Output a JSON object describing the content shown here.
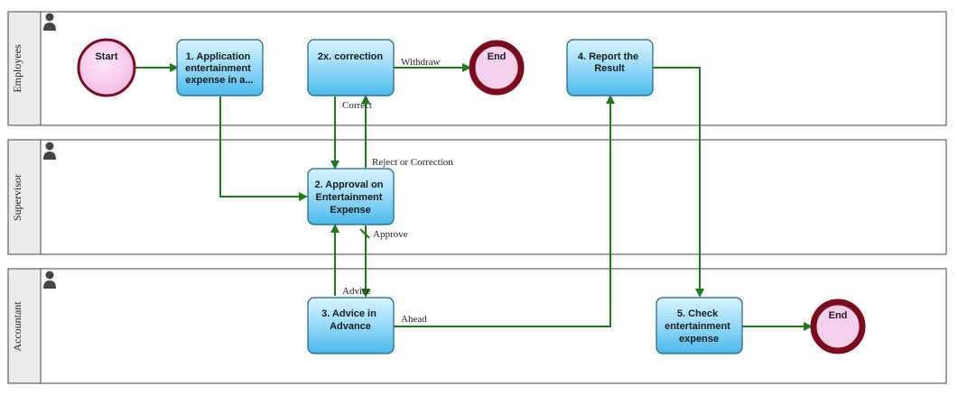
{
  "lanes": [
    {
      "id": "employees",
      "title": "Employees"
    },
    {
      "id": "supervisor",
      "title": "Supervisor"
    },
    {
      "id": "accountant",
      "title": "Accountant"
    }
  ],
  "events": [
    {
      "id": "start",
      "label": "Start",
      "type": "start"
    },
    {
      "id": "end1",
      "label": "End",
      "type": "end"
    },
    {
      "id": "end2",
      "label": "End",
      "type": "end"
    }
  ],
  "tasks": [
    {
      "id": "t1",
      "lines": [
        "1. Application",
        "entertainment",
        "expense in a..."
      ]
    },
    {
      "id": "t2x",
      "lines": [
        "2x. correction"
      ]
    },
    {
      "id": "t4",
      "lines": [
        "4. Report the",
        "Result"
      ]
    },
    {
      "id": "t2",
      "lines": [
        "2. Approval on",
        "Entertainment",
        "Expense"
      ]
    },
    {
      "id": "t3",
      "lines": [
        "3. Advice in",
        "Advance"
      ]
    },
    {
      "id": "t5",
      "lines": [
        "5. Check",
        "entertainment",
        "expense"
      ]
    }
  ],
  "edge_labels": {
    "withdraw": "Withdraw",
    "correct": "Correct",
    "reject": "Reject or Correction",
    "approve": "Approve",
    "advice": "Advice",
    "ahead": "Ahead"
  },
  "colors": {
    "arrow": "#1f7a1f",
    "task_fill_top": "#d4f2ff",
    "task_fill_bottom": "#5cc4f0",
    "task_border": "#1f5f86",
    "start_fill": "#f9c8ef",
    "end_fill": "#f5d0ec",
    "event_border": "#7a0c1e",
    "lane_border": "#444444",
    "lane_header": "#eeeeee"
  }
}
